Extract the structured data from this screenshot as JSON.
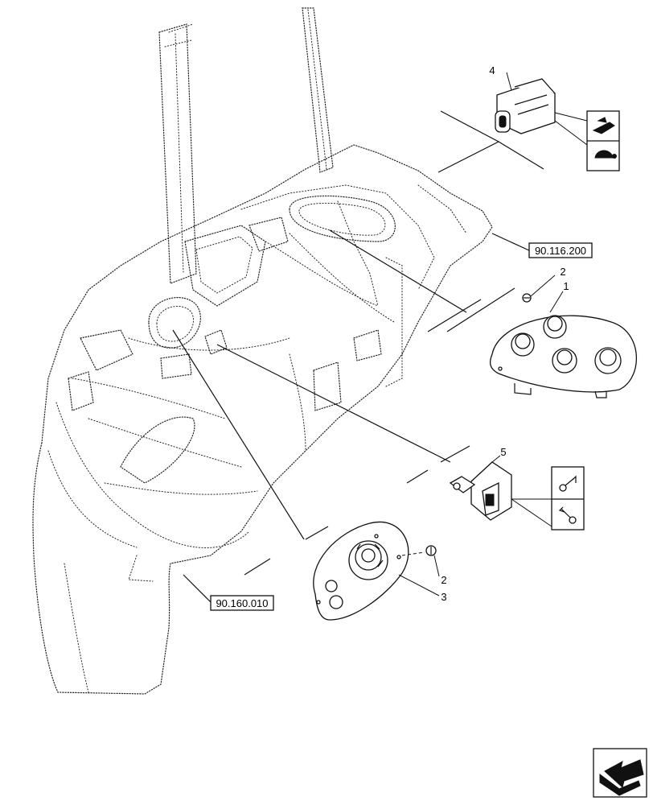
{
  "callouts": {
    "c1": "1",
    "c2a": "2",
    "c2b": "2",
    "c3": "3",
    "c4": "4",
    "c5": "5"
  },
  "references": {
    "ref_top": "90.116.200",
    "ref_bottom": "90.160.010"
  },
  "icons": {
    "rabbit": "rabbit-fast-icon",
    "turtle": "turtle-slow-icon",
    "switch_up": "switch-up-icon",
    "switch_down": "switch-down-icon",
    "nav": "next-page-arrow-icon"
  }
}
